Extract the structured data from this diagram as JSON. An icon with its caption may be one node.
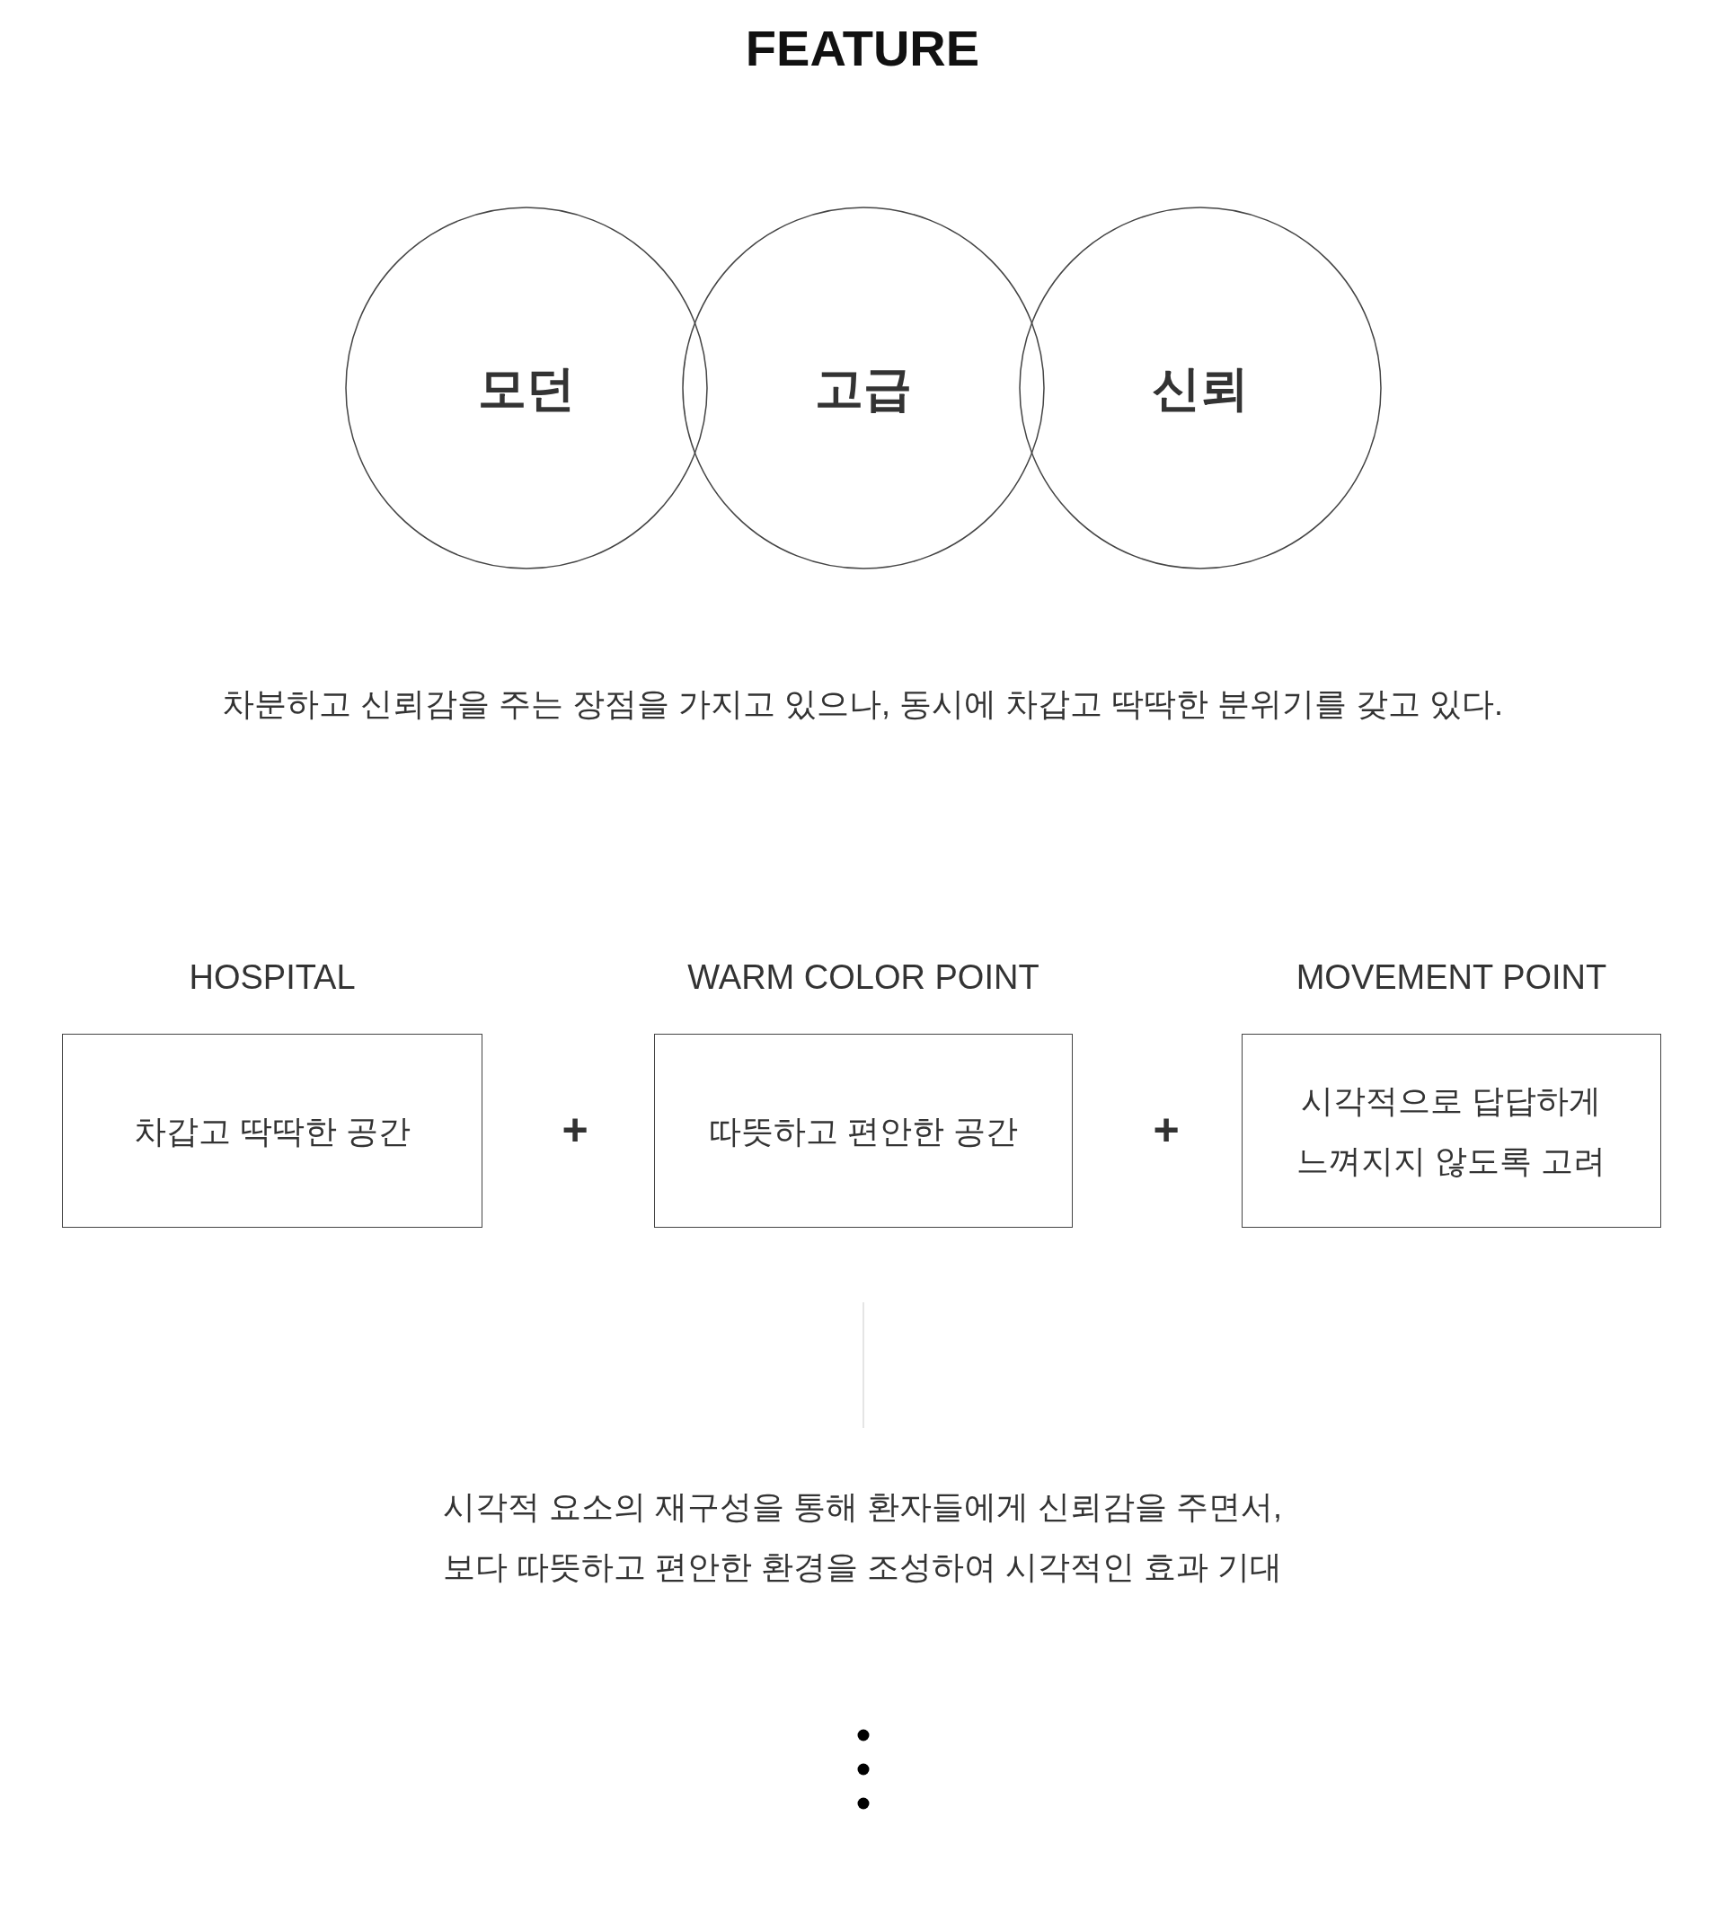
{
  "diagram": {
    "title": "FEATURE",
    "nodes": [
      {
        "text": [
          "모던"
        ]
      },
      {
        "text": [
          "고급"
        ]
      },
      {
        "text": [
          "신뢰"
        ]
      },
      {
        "text": [
          "HOSPITAL",
          "차갑고 딱딱한 공간"
        ]
      },
      {
        "text": [
          "WARM COLOR POINT",
          "따뜻하고 편안한 공간"
        ]
      },
      {
        "text": [
          "MOVEMENT POINT",
          "시각적으로 답답하게 느껴지지 않도록 고려"
        ]
      }
    ],
    "labels": [
      "차분하고 신뢰감을 주는 장점을 가지고 있으나, 동시에 차갑고 딱딱한 분위기를 갖고 있다.",
      "+",
      "+",
      "시각적 요소의 재구성을 통해 환자들에게 신뢰감을 주면서, 보다 따뜻하고 편안한 환경을 조성하여 시각적인 효과 기대"
    ]
  }
}
